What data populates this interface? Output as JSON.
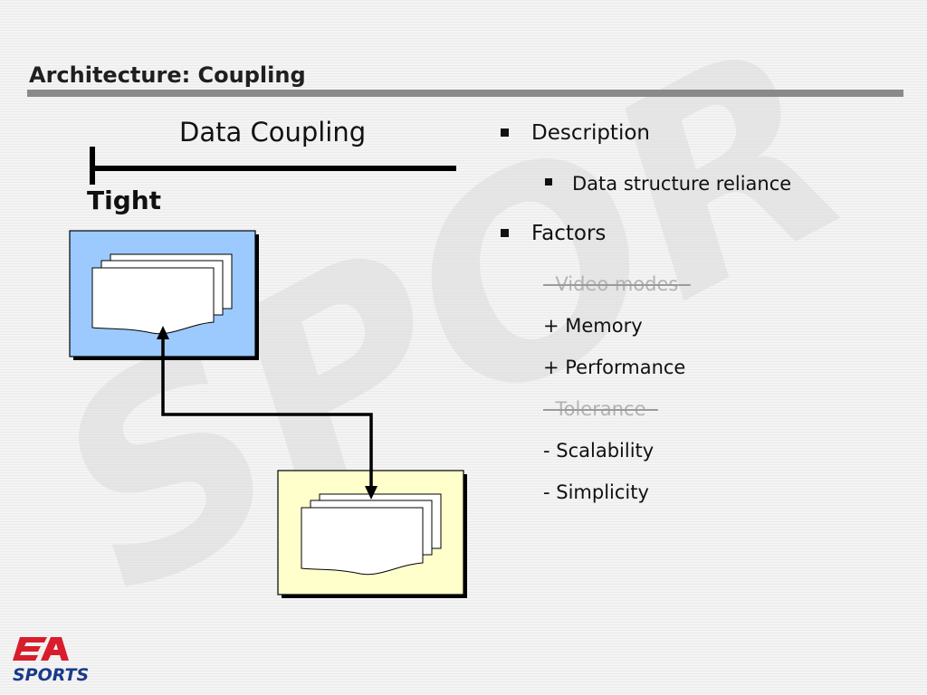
{
  "slide": {
    "title": "Architecture: Coupling"
  },
  "diagram": {
    "heading": "Data Coupling",
    "scale_end_label": "Tight",
    "module_a_color": "#9ccaff",
    "module_b_color": "#ffffcc"
  },
  "bullets": {
    "description_label": "Description",
    "description_detail": "Data structure reliance",
    "factors_label": "Factors",
    "factors": [
      {
        "text": "Video modes",
        "struck": true
      },
      {
        "text": "+ Memory",
        "struck": false
      },
      {
        "text": "+ Performance",
        "struck": false
      },
      {
        "text": "Tolerance",
        "struck": true
      },
      {
        "text": "- Scalability",
        "struck": false
      },
      {
        "text": "- Simplicity",
        "struck": false
      }
    ]
  },
  "logo": {
    "wordmark": "SPORTS",
    "colors": {
      "ea": "#d81e2c",
      "sports": "#1a3a8a"
    }
  }
}
